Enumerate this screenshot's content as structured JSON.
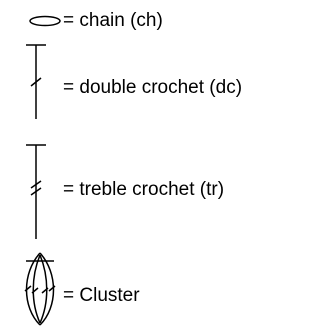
{
  "legend": {
    "items": [
      {
        "symbol": "chain-oval-icon",
        "label": "= chain (ch)"
      },
      {
        "symbol": "double-crochet-icon",
        "label": "= double crochet (dc)"
      },
      {
        "symbol": "treble-crochet-icon",
        "label": "= treble crochet (tr)"
      },
      {
        "symbol": "cluster-icon",
        "label": "= Cluster"
      }
    ]
  }
}
